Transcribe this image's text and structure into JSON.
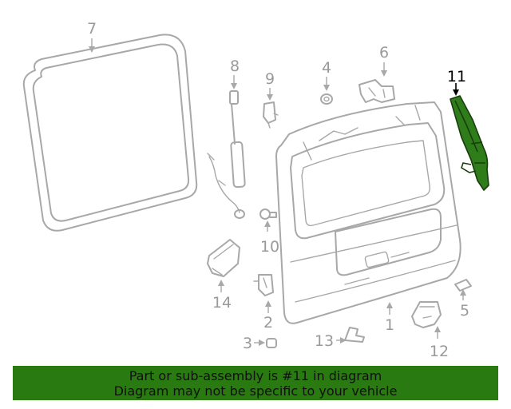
{
  "callouts": {
    "c1": "1",
    "c2": "2",
    "c3": "3",
    "c4": "4",
    "c5": "5",
    "c6": "6",
    "c7": "7",
    "c8": "8",
    "c9": "9",
    "c10": "10",
    "c11": "11",
    "c12": "12",
    "c13": "13",
    "c14": "14"
  },
  "highlight": {
    "part": "11",
    "color": "#2a7a12"
  },
  "banner": {
    "line1": "Part or sub-assembly is #11 in diagram",
    "line2": "Diagram may not be specific to your vehicle"
  }
}
